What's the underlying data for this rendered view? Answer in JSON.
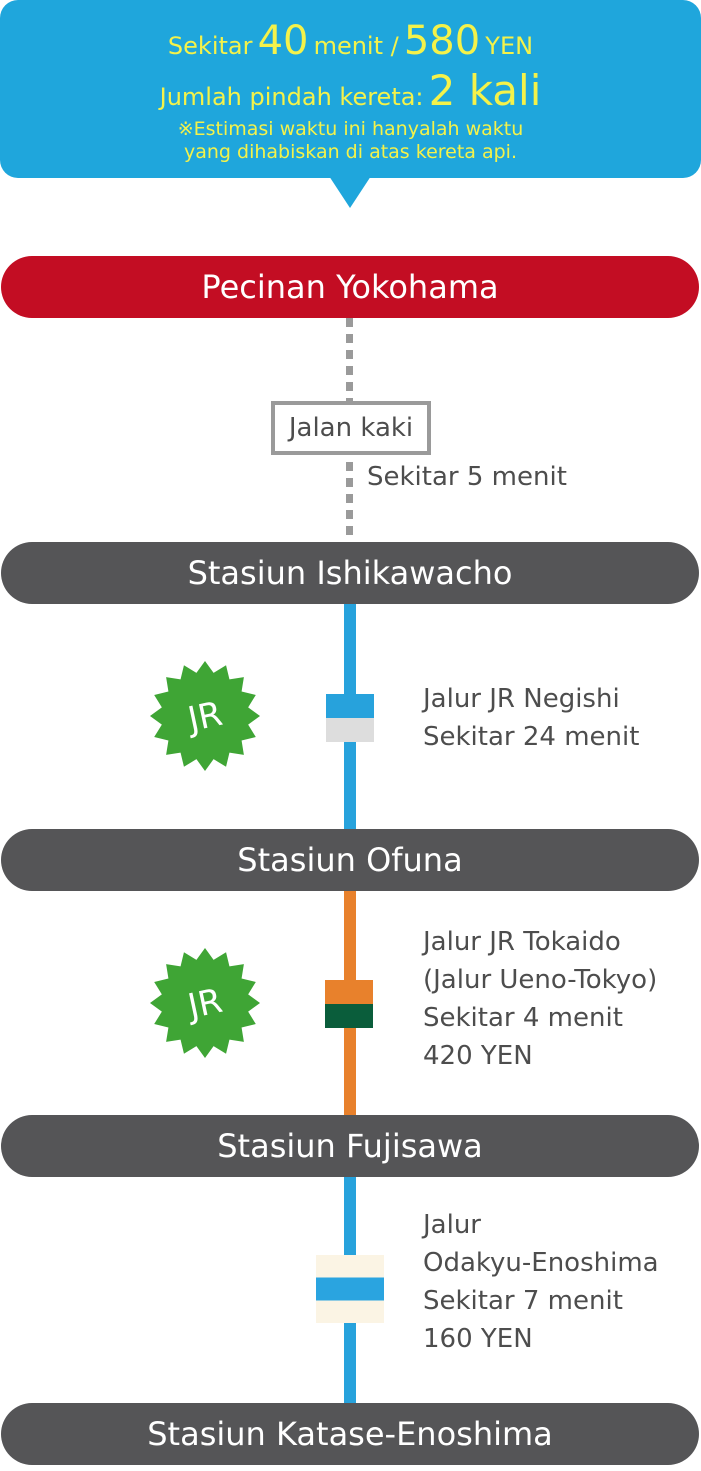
{
  "summary": {
    "prefix": "Sekitar",
    "minutes": "40",
    "minutes_unit": "menit /",
    "fare": "580",
    "fare_unit": "YEN",
    "transfers_label": "Jumlah pindah kereta:",
    "transfers_value": "2 kali",
    "note_line1": "※Estimasi waktu ini hanyalah waktu",
    "note_line2": "yang dihabiskan di atas kereta api."
  },
  "stations": [
    "Pecinan Yokohama",
    "Stasiun Ishikawacho",
    "Stasiun Ofuna",
    "Stasiun Fujisawa",
    "Stasiun Katase-Enoshima"
  ],
  "walk": {
    "mode": "Jalan kaki",
    "time": "Sekitar 5 menit"
  },
  "segments": [
    {
      "badge": "JR",
      "lines": [
        "Jalur JR Negishi",
        "Sekitar 24 menit"
      ],
      "line_color": "#27a2dc",
      "chip_colors": [
        "#27a2dc",
        "#dddddd"
      ]
    },
    {
      "badge": "JR",
      "lines": [
        "Jalur JR Tokaido",
        "(Jalur Ueno-Tokyo)",
        "Sekitar 4 menit",
        "420 YEN"
      ],
      "line_color": "#e8812c",
      "chip_colors": [
        "#e8812c",
        "#0a5d3b"
      ]
    },
    {
      "badge": "",
      "lines": [
        "Jalur",
        "Odakyu-Enoshima",
        "Sekitar 7 menit",
        "160 YEN"
      ],
      "line_color": "#27a2dc",
      "chip_colors": [
        "#fbf4e4",
        "#2aa4e0",
        "#fbf4e4"
      ]
    }
  ],
  "colors": {
    "callout": "#1fa6dc",
    "callout_text": "#f4f24a",
    "origin_station": "#c30d23",
    "station": "#555557",
    "jr_badge": "#3fa535",
    "walk_line": "#9a9a9a"
  }
}
